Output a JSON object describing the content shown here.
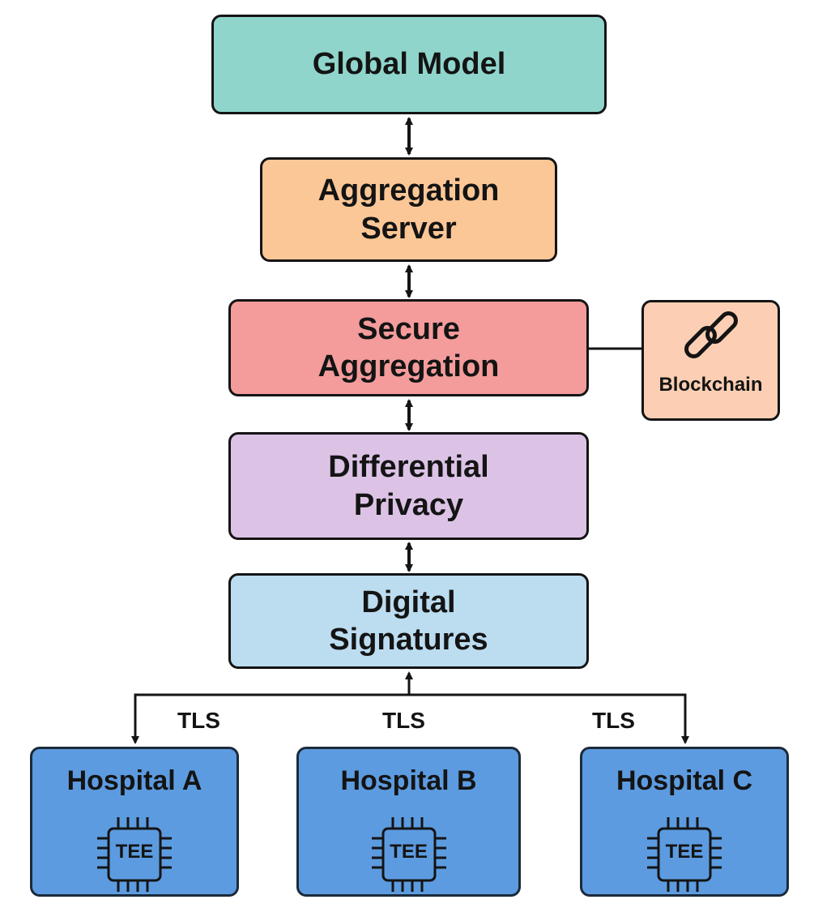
{
  "diagram": {
    "layers": [
      {
        "id": "global-model",
        "lines": [
          "Global Model"
        ],
        "color": "#8fd5cc"
      },
      {
        "id": "aggregation-server",
        "lines": [
          "Aggregation",
          "Server"
        ],
        "color": "#fcc796"
      },
      {
        "id": "secure-aggregation",
        "lines": [
          "Secure",
          "Aggregation"
        ],
        "color": "#f49c9b"
      },
      {
        "id": "differential-privacy",
        "lines": [
          "Differential",
          "Privacy"
        ],
        "color": "#dcc3e6"
      },
      {
        "id": "digital-signatures",
        "lines": [
          "Digital",
          "Signatures"
        ],
        "color": "#bcdcf0"
      }
    ],
    "blockchain": {
      "label": "Blockchain",
      "icon": "chain-link-icon",
      "color": "#fccfb4"
    },
    "tls_labels": [
      "TLS",
      "TLS",
      "TLS"
    ],
    "hospitals": [
      {
        "name": "Hospital A",
        "chip_label": "TEE"
      },
      {
        "name": "Hospital B",
        "chip_label": "TEE"
      },
      {
        "name": "Hospital C",
        "chip_label": "TEE"
      }
    ],
    "hospital_color": "#5c9be0"
  }
}
